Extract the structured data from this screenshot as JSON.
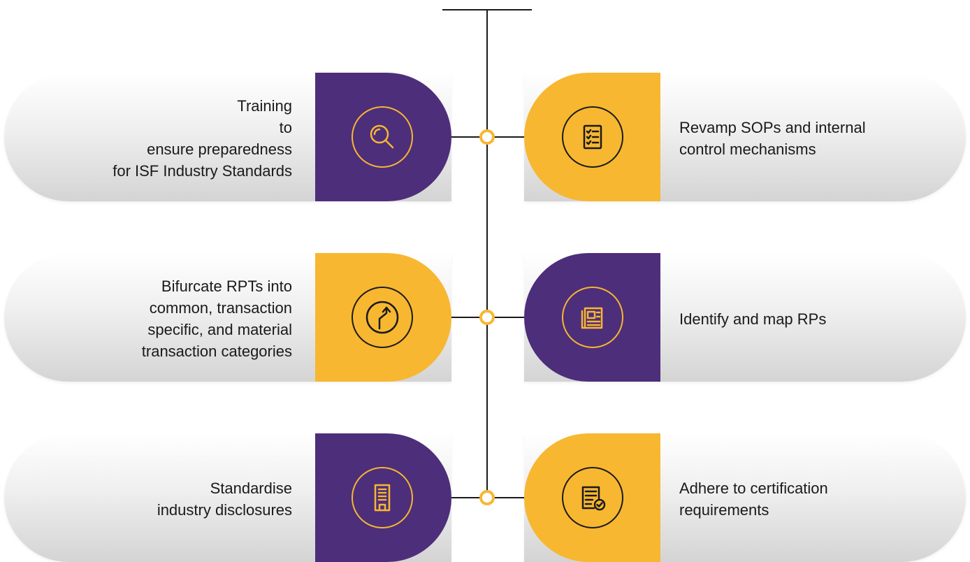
{
  "items": [
    {
      "side": "left",
      "lines": [
        "Training",
        "to",
        "ensure preparedness",
        "for ISF Industry Standards"
      ],
      "icon": "magnifier-icon",
      "tab_color": "#4d2e7a",
      "ring_color": "#f7b731"
    },
    {
      "side": "right",
      "lines": [
        "Revamp SOPs and  internal",
        "control mechanisms"
      ],
      "icon": "checklist-icon",
      "tab_color": "#f7b731",
      "ring_color": "#1a1a1a"
    },
    {
      "side": "left",
      "lines": [
        "Bifurcate RPTs into",
        "common, transaction",
        "specific, and material",
        "transaction categories"
      ],
      "icon": "road-turn-sign-icon",
      "tab_color": "#f7b731",
      "ring_color": "#1a1a1a"
    },
    {
      "side": "right",
      "lines": [
        "Identify and map RPs"
      ],
      "icon": "newspaper-icon",
      "tab_color": "#4d2e7a",
      "ring_color": "#f7b731"
    },
    {
      "side": "left",
      "lines": [
        "Standardise",
        "industry disclosures"
      ],
      "icon": "office-building-icon",
      "tab_color": "#4d2e7a",
      "ring_color": "#f7b731"
    },
    {
      "side": "right",
      "lines": [
        "Adhere to certification",
        "requirements"
      ],
      "icon": "certified-document-icon",
      "tab_color": "#f7b731",
      "ring_color": "#1a1a1a"
    }
  ],
  "colors": {
    "purple": "#4d2e7a",
    "yellow": "#f7b731",
    "line": "#1a1a1a",
    "text": "#1a1a1a"
  }
}
